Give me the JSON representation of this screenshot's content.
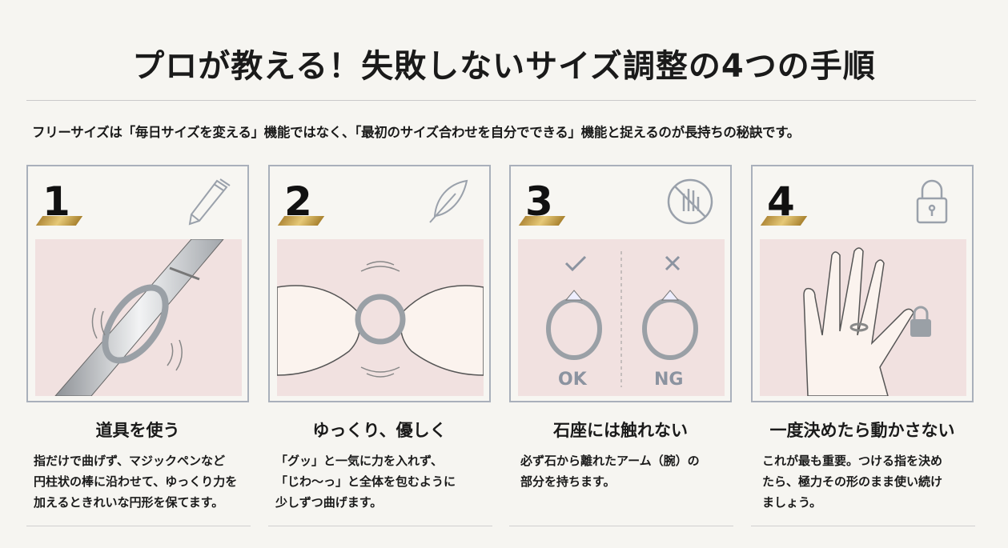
{
  "title": "プロが教える！失敗しないサイズ調整の4つの手順",
  "intro": "フリーサイズは「毎日サイズを変える」機能ではなく、「最初のサイズ合わせを自分でできる」機能と捉えるのが長持ちの秘訣です。",
  "steps": [
    {
      "number": "1",
      "icon": "pen-icon",
      "heading": "道具を使う",
      "lines": [
        "指だけで曲げず、マジックペンなど",
        "円柱状の棒に沿わせて、ゆっくり力を",
        "加えるときれいな円形を保てます。"
      ]
    },
    {
      "number": "2",
      "icon": "feather-icon",
      "heading": "ゆっくり、優しく",
      "lines": [
        "「グッ」と一気に力を入れず、",
        "「じわ〜っ」と全体を包むように",
        "少しずつ曲げます。"
      ]
    },
    {
      "number": "3",
      "icon": "no-hand-icon",
      "heading": "石座には触れない",
      "lines": [
        "必ず石から離れたアーム（腕）の",
        "部分を持ちます。"
      ],
      "ok_label": "OK",
      "ng_label": "NG"
    },
    {
      "number": "4",
      "icon": "lock-icon",
      "heading": "一度決めたら動かさない",
      "lines": [
        "これが最も重要。つける指を決め",
        "たら、極力その形のまま使い続け",
        "ましょう。"
      ]
    }
  ],
  "colors": {
    "gold": "#c9a55a",
    "pink": "#f1e1e0",
    "border": "#a9b0bb"
  }
}
